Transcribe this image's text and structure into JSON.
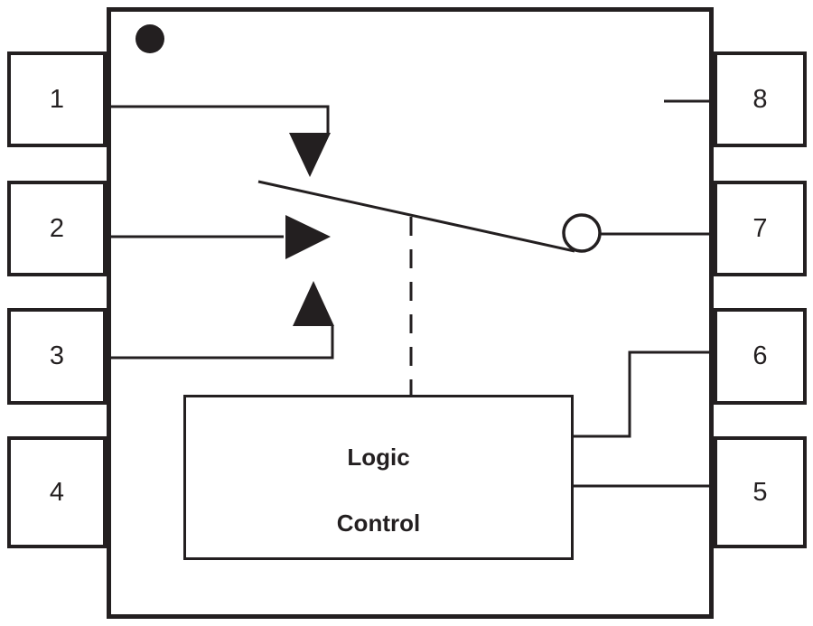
{
  "diagram": {
    "pins_left": [
      {
        "number": "1"
      },
      {
        "number": "2"
      },
      {
        "number": "3"
      },
      {
        "number": "4"
      }
    ],
    "pins_right": [
      {
        "number": "8"
      },
      {
        "number": "7"
      },
      {
        "number": "6"
      },
      {
        "number": "5"
      }
    ],
    "logic_block": {
      "line1": "Logic",
      "line2": "Control"
    },
    "colors": {
      "ink": "#231f20",
      "background": "#ffffff"
    }
  }
}
